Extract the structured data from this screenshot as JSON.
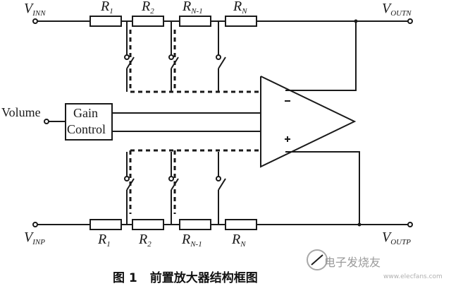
{
  "figure": {
    "caption_number": "图 1",
    "caption_title": "前置放大器结构框图",
    "watermark": "电子发烧友",
    "watermark_url": "www.elecfans.com"
  },
  "terminals": {
    "vinn": {
      "main": "V",
      "sub": "INN"
    },
    "voutn": {
      "main": "V",
      "sub": "OUTN"
    },
    "vinp": {
      "main": "V",
      "sub": "INP"
    },
    "voutp": {
      "main": "V",
      "sub": "OUTP"
    }
  },
  "resistors_top": [
    {
      "main": "R",
      "sub": "1"
    },
    {
      "main": "R",
      "sub": "2"
    },
    {
      "main": "R",
      "sub": "N-1"
    },
    {
      "main": "R",
      "sub": "N"
    }
  ],
  "resistors_bottom": [
    {
      "main": "R",
      "sub": "1"
    },
    {
      "main": "R",
      "sub": "2"
    },
    {
      "main": "R",
      "sub": "N-1"
    },
    {
      "main": "R",
      "sub": "N"
    }
  ],
  "volume_label": "Volume",
  "gain_control": {
    "line1": "Gain",
    "line2": "Control"
  }
}
